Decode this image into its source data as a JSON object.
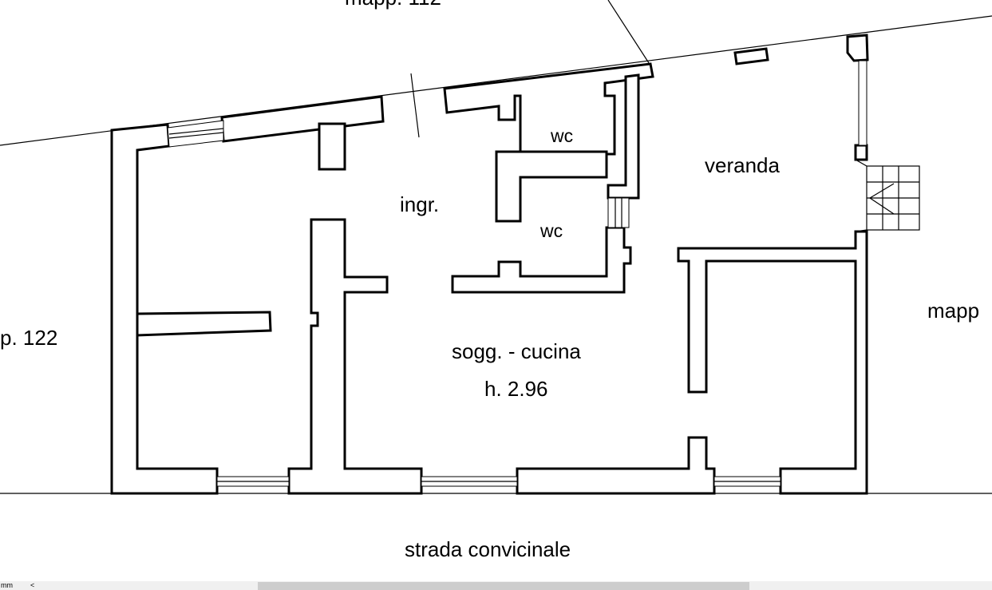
{
  "labels": {
    "mapp_top": "mapp. 112",
    "mapp_left": "p. 122",
    "mapp_right": "mapp",
    "wc_upper": "wc",
    "wc_lower": "wc",
    "ingresso": "ingr.",
    "veranda": "veranda",
    "soggiorno": "sogg. - cucina",
    "altezza": "h. 2.96",
    "strada": "strada convicinale"
  },
  "statusbar": {
    "unit": "mm",
    "scroll_left": "<"
  },
  "colors": {
    "line": "#000000",
    "background": "#ffffff",
    "scrollbar_track": "#f0f0f0",
    "scrollbar_thumb": "#cdcdcd"
  }
}
